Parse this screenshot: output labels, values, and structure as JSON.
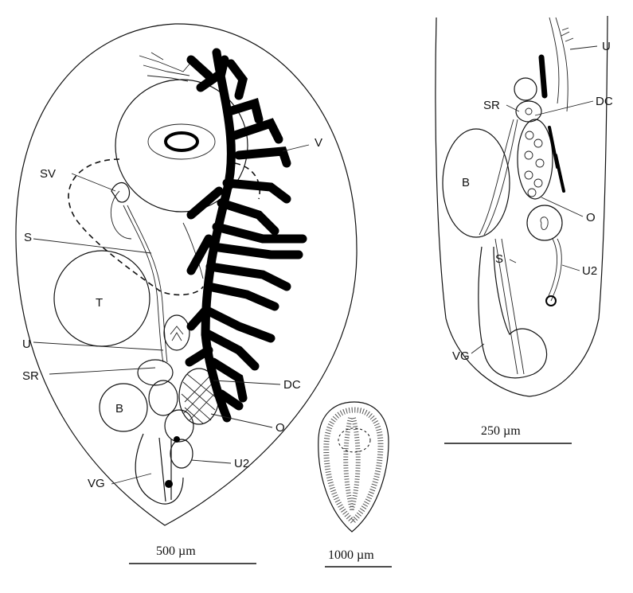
{
  "figure_a": {
    "labels": {
      "sv": "SV",
      "s": "S",
      "t": "T",
      "u": "U",
      "sr": "SR",
      "b": "B",
      "vg": "VG",
      "v": "V",
      "dc": "DC",
      "o": "O",
      "u2": "U2"
    },
    "scale_label": "500 µm"
  },
  "figure_b": {
    "scale_label": "1000 µm"
  },
  "figure_c": {
    "labels": {
      "u": "U",
      "sr": "SR",
      "dc": "DC",
      "b": "B",
      "o": "O",
      "s": "S",
      "u2": "U2",
      "vg": "VG"
    },
    "scale_label": "250 µm"
  }
}
